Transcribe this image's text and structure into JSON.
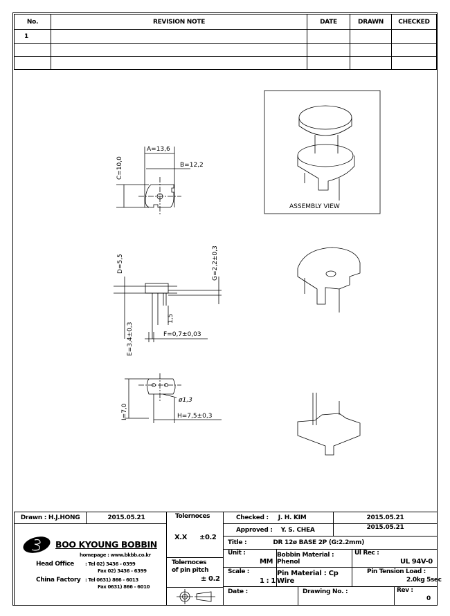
{
  "revision_table": {
    "headers": {
      "no": "No.",
      "note": "REVISION NOTE",
      "date": "DATE",
      "drawn": "DRAWN",
      "checked": "CHECKED"
    },
    "rows": [
      {
        "no": "1",
        "note": "",
        "date": "",
        "drawn": "",
        "checked": ""
      },
      {
        "no": "",
        "note": "",
        "date": "",
        "drawn": "",
        "checked": ""
      },
      {
        "no": "",
        "note": "",
        "date": "",
        "drawn": "",
        "checked": ""
      }
    ]
  },
  "drawing": {
    "assembly_label": "ASSEMBLY VIEW",
    "dims": {
      "a": "A=13,6",
      "b": "B=12,2",
      "c": "C=10,0",
      "d": "D=5,5",
      "g": "G=2,2±0,3",
      "e": "E=3,4±0,3",
      "f": "F=0,7±0,03",
      "p": "1,5",
      "i": "I=7,0",
      "h": "H=7,5±0,3",
      "dia": "ø1,3"
    }
  },
  "title_block": {
    "drawn": "Drawn : H.J.HONG",
    "drawn_date": "2015.05.21",
    "company": "BOO KYOUNG BOBBIN",
    "homepage": "homepage : www.bkbb.co.kr",
    "head_office": "Head Office",
    "head_tel": ": Tel   02) 3436 - 0399",
    "head_fax": "Fax   02) 3436 - 6399",
    "china_factory": "China Factory",
    "china_tel": ": Tel   0631) 866 - 6013",
    "china_fax": "Fax   0631) 866 - 6010",
    "tol_label": "Tolernoces",
    "tol_xx": "X.X",
    "tol_val": "±0.2",
    "pitch_label1": "Tolernoces",
    "pitch_label2": "of pin pitch",
    "pitch_val": "± 0.2",
    "checked": "Checked :",
    "checked_by": "J. H. KIM",
    "checked_date": "2015.05.21",
    "approved": "Approved :",
    "approved_by": "Y. S. CHEA",
    "approved_date": "2015.05.21",
    "title_label": "Title :",
    "title": "DR 12ø BASE 2P (G:2.2mm)",
    "unit_label": "Unit :",
    "unit": "MM",
    "bobbin_material": "Bobbin Material : Phenol",
    "ul_label": "Ul Rec :",
    "ul": "UL 94V-0",
    "scale_label": "Scale :",
    "scale": "1 : 1",
    "pin_material": "Pin Material : Cp Wire",
    "tension_label": "Pin Tension Load :",
    "tension": "2.0kg 5sec",
    "date_label": "Date :",
    "drawing_no": "Drawing No. :",
    "rev_label": "Rev :",
    "rev": "0"
  }
}
